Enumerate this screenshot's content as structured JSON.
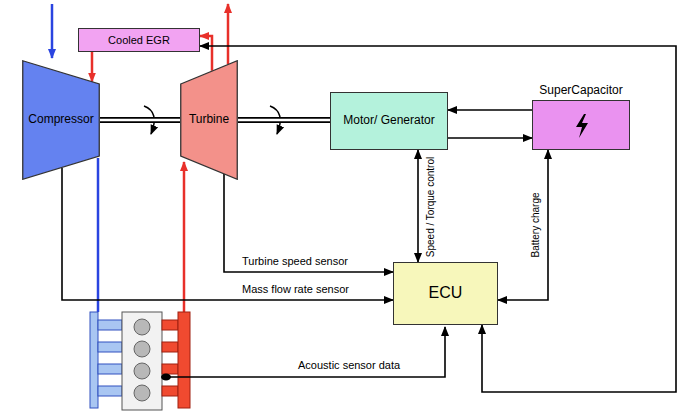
{
  "diagram": {
    "nodes": [
      {
        "text": [
          "Cooled EGR"
        ]
      },
      {
        "text": [
          "Compressor"
        ]
      },
      {
        "text": [
          "Turbine"
        ]
      },
      {
        "text": [
          "Motor/ Generator"
        ]
      },
      {
        "text": [
          "SuperCapacitor"
        ]
      },
      {
        "text": [
          "ECU"
        ]
      }
    ],
    "edges": [
      {
        "from": 1,
        "to": 2,
        "arrow": "none"
      },
      {
        "from": 2,
        "to": 3,
        "arrow": "none"
      },
      {
        "from": 2,
        "to": 0,
        "arrow": "to"
      },
      {
        "from": 0,
        "to": 1,
        "arrow": "to"
      },
      {
        "from": 5,
        "to": 0,
        "arrow": "both"
      },
      {
        "from": 4,
        "to": 5,
        "label": "Battery charge",
        "arrow": "both"
      },
      {
        "from": 3,
        "to": 5,
        "label": "Speed / Torque control",
        "arrow": "both"
      },
      {
        "from": 4,
        "to": 3,
        "arrow": "to"
      },
      {
        "from": 3,
        "to": 4,
        "arrow": "to"
      },
      {
        "from": 2,
        "to": 5,
        "label": "Turbine speed sensor",
        "arrow": "to"
      },
      {
        "from": 1,
        "to": 5,
        "label": "Mass flow rate sensor",
        "arrow": "to"
      }
    ],
    "labels": [
      "Acoustic sensor data"
    ]
  }
}
